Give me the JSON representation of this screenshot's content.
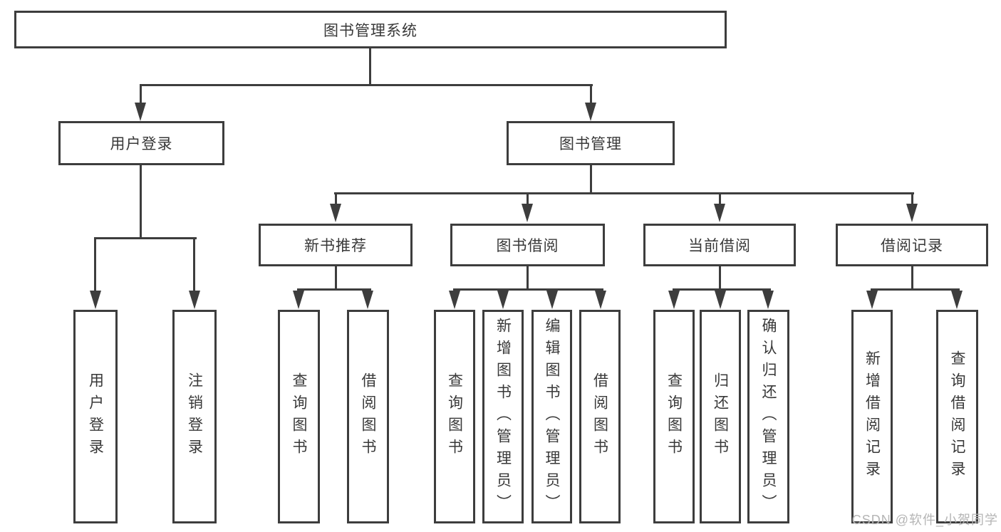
{
  "tree": {
    "root": {
      "label": "图书管理系统"
    },
    "children": [
      {
        "label": "用户登录",
        "children": [
          {
            "label": "用户登录"
          },
          {
            "label": "注销登录"
          }
        ]
      },
      {
        "label": "图书管理",
        "children": [
          {
            "label": "新书推荐",
            "children": [
              {
                "label": "查询图书"
              },
              {
                "label": "借阅图书"
              }
            ]
          },
          {
            "label": "图书借阅",
            "children": [
              {
                "label": "查询图书"
              },
              {
                "label": "新增图书（管理员）"
              },
              {
                "label": "编辑图书（管理员）"
              },
              {
                "label": "借阅图书"
              }
            ]
          },
          {
            "label": "当前借阅",
            "children": [
              {
                "label": "查询图书"
              },
              {
                "label": "归还图书"
              },
              {
                "label": "确认归还（管理员）"
              }
            ]
          },
          {
            "label": "借阅记录",
            "children": [
              {
                "label": "新增借阅记录"
              },
              {
                "label": "查询借阅记录"
              }
            ]
          }
        ]
      }
    ]
  },
  "watermark": {
    "text": "CSDN @软件_小贺同学"
  },
  "colors": {
    "line": "#3d3d3d",
    "text": "#383838",
    "background": "#ffffff",
    "watermark": "#b5b5b5"
  }
}
